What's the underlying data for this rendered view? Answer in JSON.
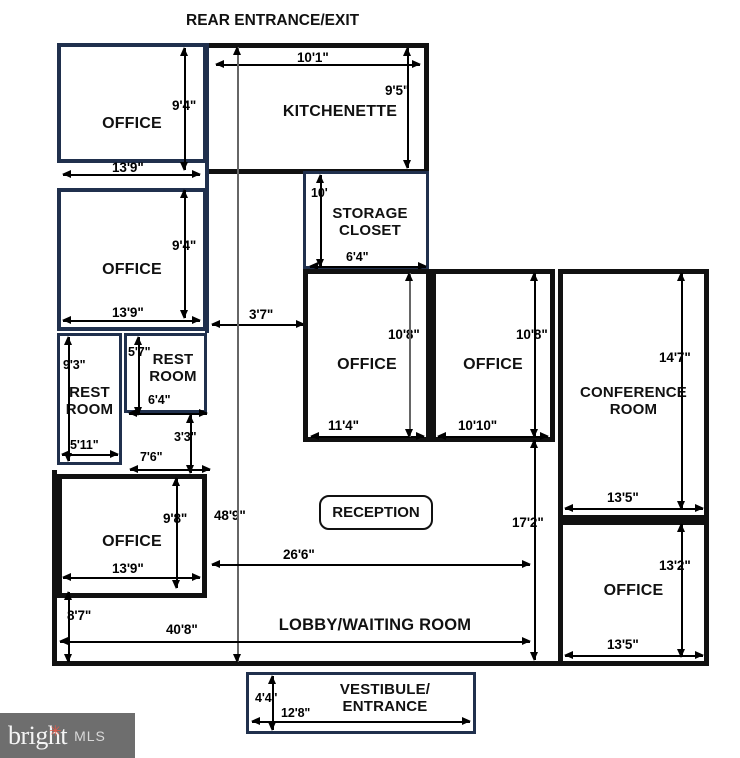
{
  "title": "Office Suite Floor Plan",
  "header": {
    "rear_entrance_label": "REAR ENTRANCE/EXIT"
  },
  "colors": {
    "wall_navy": "#20304d",
    "wall_black": "#111111",
    "background": "#ffffff",
    "watermark_bg": "#6e6e6e",
    "watermark_accent": "#e05a4a"
  },
  "watermark": {
    "brand": "bright",
    "suffix": "MLS",
    "star": "✳"
  },
  "rooms": [
    {
      "id": "office-top-left-1",
      "name": "OFFICE",
      "width": "13'9\"",
      "height": "9'4\""
    },
    {
      "id": "office-top-left-2",
      "name": "OFFICE",
      "width": "13'9\"",
      "height": "9'4\""
    },
    {
      "id": "restroom-left",
      "name": "REST\nROOM",
      "width": "5'11\"",
      "height": "9'3\""
    },
    {
      "id": "restroom-right",
      "name": "REST\nROOM",
      "width": "6'4\"",
      "height": "5'7\""
    },
    {
      "id": "office-lower-left",
      "name": "OFFICE",
      "width": "13'9\"",
      "height": "9'8\""
    },
    {
      "id": "kitchenette",
      "name": "KITCHENETTE",
      "width": "10'1\"",
      "height": "9'5\""
    },
    {
      "id": "storage-closet",
      "name": "STORAGE\nCLOSET",
      "width": "6'4\"",
      "height": "10'"
    },
    {
      "id": "office-mid-1",
      "name": "OFFICE",
      "width": "11'4\"",
      "height": "10'8\""
    },
    {
      "id": "office-mid-2",
      "name": "OFFICE",
      "width": "10'10\"",
      "height": "10'8\""
    },
    {
      "id": "conference-room",
      "name": "CONFERENCE\nROOM",
      "width": "13'5\"",
      "height": "14'7\""
    },
    {
      "id": "office-bottom-right",
      "name": "OFFICE",
      "width": "13'5\"",
      "height": "13'2\""
    },
    {
      "id": "lobby",
      "name": "LOBBY/WAITING ROOM",
      "width": "40'8\"",
      "height": "8'7\""
    },
    {
      "id": "reception",
      "name": "RECEPTION"
    },
    {
      "id": "vestibule",
      "name": "VESTIBULE/\nENTRANCE",
      "width": "12'8\"",
      "height": "4'4\""
    }
  ],
  "dimensions": {
    "office_tl1_w": "13'9\"",
    "office_tl1_h": "9'4\"",
    "office_tl2_w": "13'9\"",
    "office_tl2_h": "9'4\"",
    "restroom_left_w": "5'11\"",
    "restroom_left_h": "9'3\"",
    "restroom_right_w": "6'4\"",
    "restroom_right_h": "5'7\"",
    "corridor_w": "7'6\"",
    "corridor_h": "3'3\"",
    "office_ll_w": "13'9\"",
    "office_ll_h": "9'8\"",
    "kitchenette_w": "10'1\"",
    "kitchenette_h": "9'5\"",
    "storage_w": "6'4\"",
    "storage_h": "10'",
    "hall_w": "3'7\"",
    "hall_total_h": "48'9\"",
    "office_m1_w": "11'4\"",
    "office_m1_h": "10'8\"",
    "office_m2_w": "10'10\"",
    "office_m2_h": "10'8\"",
    "conference_w": "13'5\"",
    "conference_h": "14'7\"",
    "office_br_w": "13'5\"",
    "office_br_h": "13'2\"",
    "reception_run": "26'6\"",
    "lobby_h": "8'7\"",
    "lobby_w": "40'8\"",
    "right_wing_h": "17'2\"",
    "vestibule_w": "12'8\"",
    "vestibule_h": "4'4\""
  }
}
